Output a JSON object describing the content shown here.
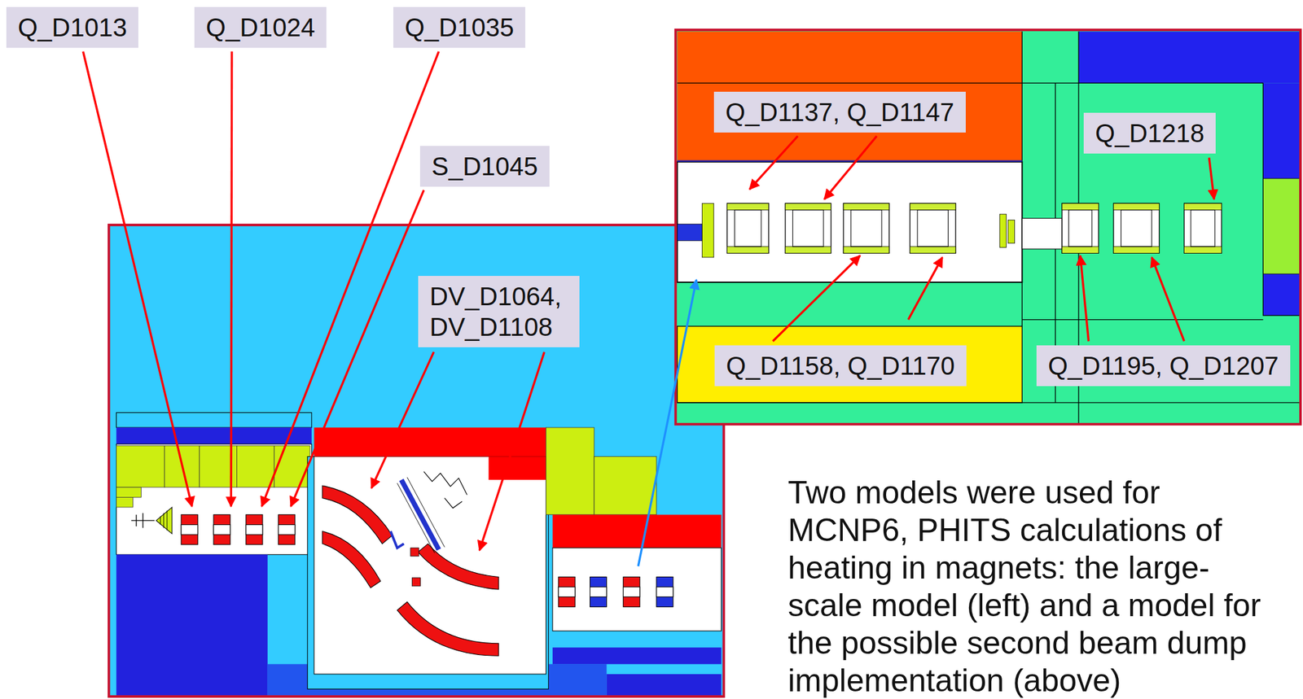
{
  "diagram": {
    "caption": "Two models were used for MCNP6, PHITS calculations of heating in magnets: the large-scale model (left) and a model for the possible second beam dump implementation (above)",
    "nodes": [
      {
        "text": [
          "Q_D1013"
        ]
      },
      {
        "text": [
          "Q_D1024"
        ]
      },
      {
        "text": [
          "Q_D1035"
        ]
      },
      {
        "text": [
          "S_D1045"
        ]
      },
      {
        "text": [
          "DV_D1064, DV_D1108"
        ]
      },
      {
        "text": [
          "Q_D1137, Q_D1147"
        ]
      },
      {
        "text": [
          "Q_D1218"
        ]
      },
      {
        "text": [
          "Q_D1158, Q_D1170"
        ]
      },
      {
        "text": [
          "Q_D1195, Q_D1207"
        ]
      }
    ]
  }
}
